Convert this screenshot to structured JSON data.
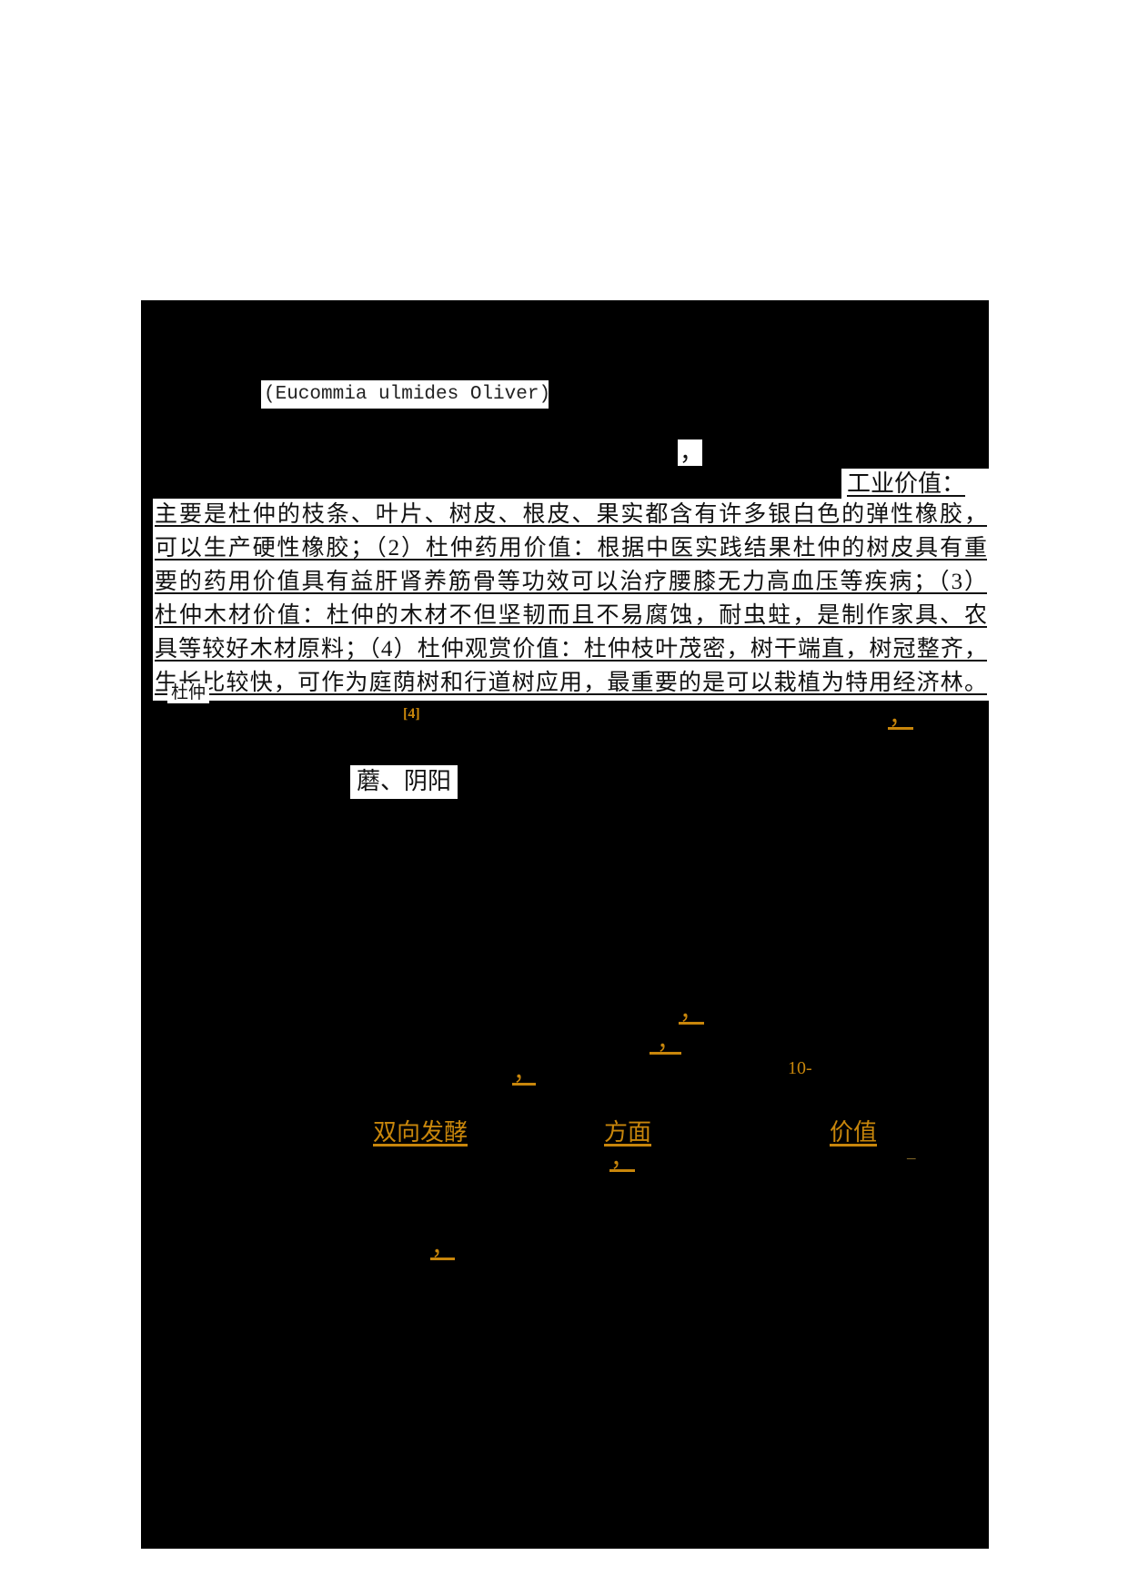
{
  "document": {
    "latin_name": "(Eucommia ulmides Oliver)",
    "comma_fullwidth": "，",
    "industrial_value_label": "工业价值：",
    "paragraph_lines": [
      "主要是杜仲的枝条、叶片、树皮、根皮、果实都含有许多银白色的弹性橡胶，",
      "可以生产硬性橡胶；（2）杜仲药用价值：根据中医实践结果杜仲的树皮具有重",
      "要的药用价值具有益肝肾养筋骨等功效可以治疗腰膝无力高血压等疾病；（3）",
      "杜仲木材价值：杜仲的木材不但坚韧而且不易腐蚀，耐虫蛀，是制作家具、农",
      "具等较好木材原料；（4）杜仲观赏价值：杜仲枝叶茂密，树干端直，树冠整齐，",
      "生长比较快，可作为庭荫树和行道树应用，最重要的是可以栽植为特用经济林。"
    ],
    "duzhong_label": "杜仲",
    "mo_yinyang_label": "蘑、阴阳",
    "citation_marker": "[4]",
    "orange_fragments": {
      "comma": "，",
      "ten_dash": "10-",
      "bidirectional_fermentation": "双向发酵",
      "aspect": "方面",
      "value": "价值",
      "dim_dash": "–"
    },
    "colors": {
      "background_black": "#000000",
      "highlight_white": "#FFFFFF",
      "text_black": "#111111",
      "accent_orange": "#C8860B"
    }
  }
}
